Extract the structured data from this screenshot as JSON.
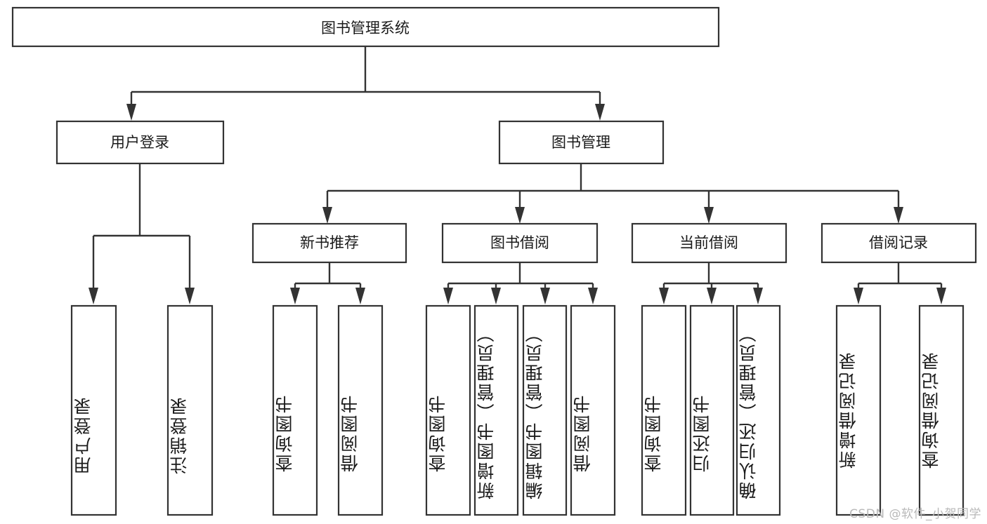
{
  "diagram": {
    "title": "图书管理系统",
    "type": "tree-hierarchy-diagram",
    "orientation": "top-down",
    "background_color": "#ffffff",
    "box_stroke_color": "#333333",
    "box_fill_color": "#ffffff",
    "text_color": "#1a1a1a",
    "connector_color": "#333333"
  },
  "root": {
    "label": "图书管理系统"
  },
  "level2": [
    {
      "label": "用户登录"
    },
    {
      "label": "图书管理"
    }
  ],
  "level3": [
    {
      "label": "新书推荐"
    },
    {
      "label": "图书借阅"
    },
    {
      "label": "当前借阅"
    },
    {
      "label": "借阅记录"
    }
  ],
  "leaves": {
    "user_login": [
      {
        "label": "用户登录"
      },
      {
        "label": "注销登录"
      }
    ],
    "new_book_recommend": [
      {
        "label": "查询图书"
      },
      {
        "label": "借阅图书"
      }
    ],
    "book_borrow": [
      {
        "label": "查询图书"
      },
      {
        "label": "新增图书（管理员）"
      },
      {
        "label": "编辑图书（管理员）"
      },
      {
        "label": "借阅图书"
      }
    ],
    "current_borrow": [
      {
        "label": "查询图书"
      },
      {
        "label": "归还图书"
      },
      {
        "label": "确认归还（管理员）"
      }
    ],
    "borrow_record": [
      {
        "label": "新增借阅记录"
      },
      {
        "label": "查询借阅记录"
      }
    ]
  },
  "watermark": {
    "text": "CSDN @软件_小贺同学"
  }
}
